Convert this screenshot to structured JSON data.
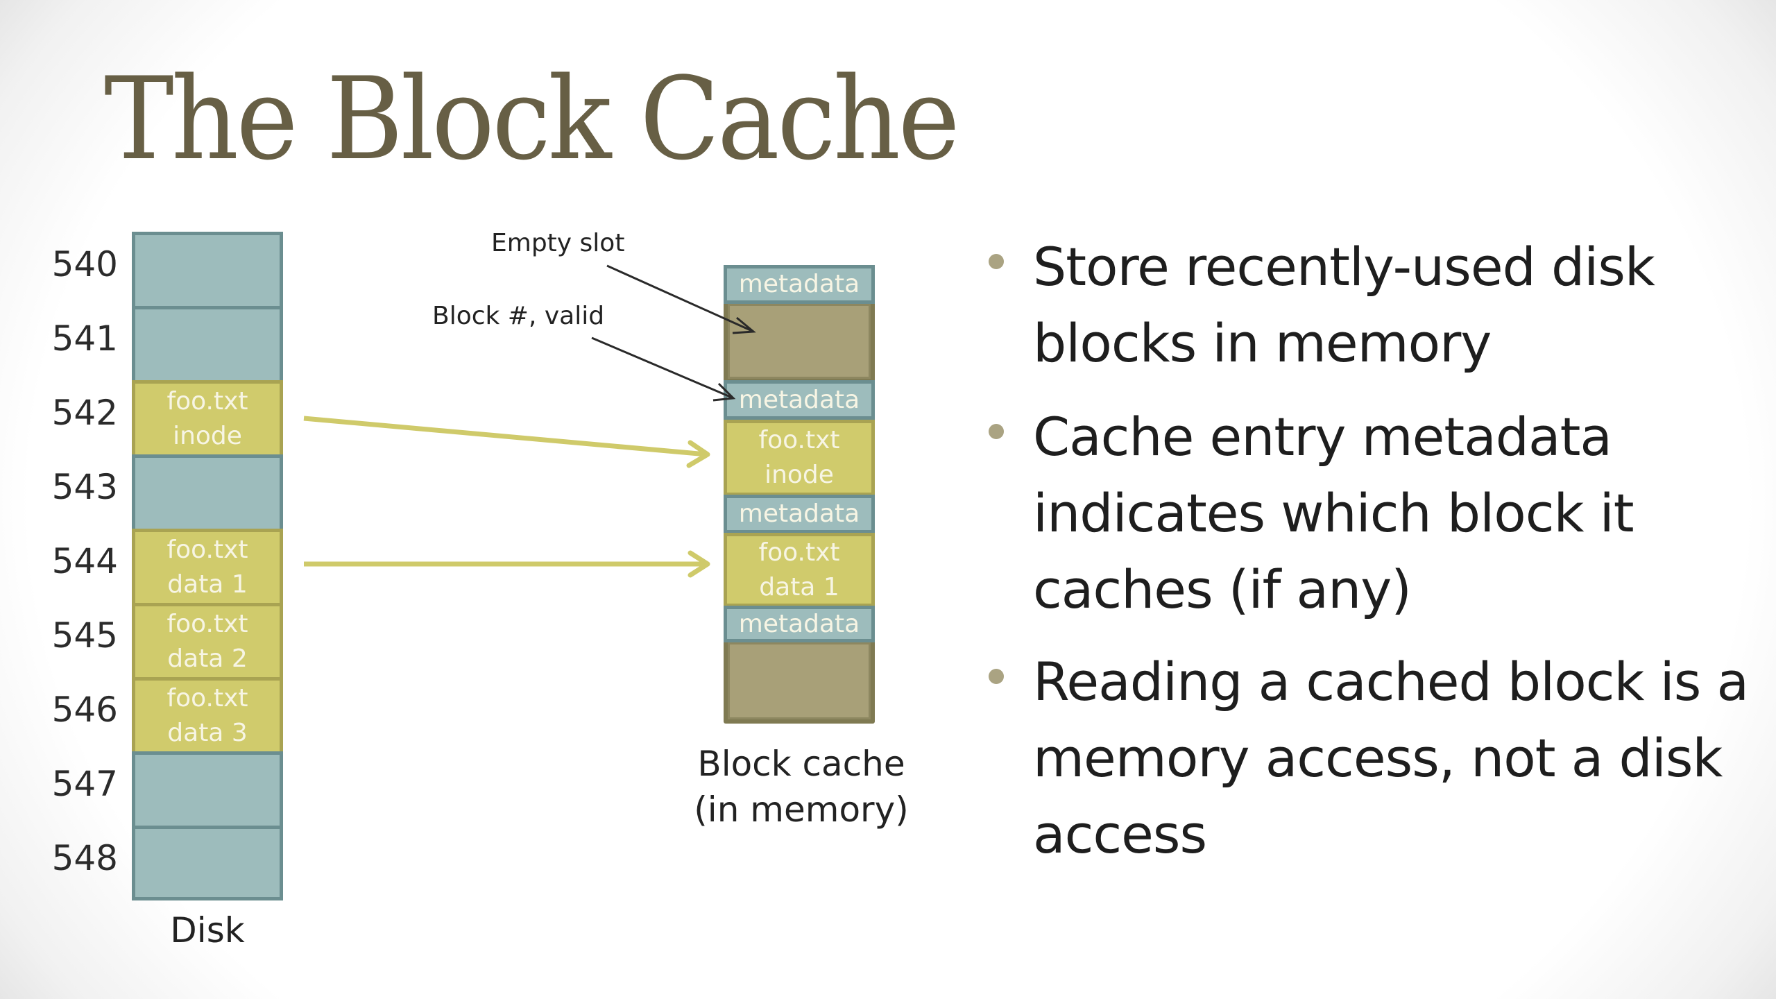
{
  "slide": {
    "title": "The Block Cache"
  },
  "colors": {
    "title": "#675f45",
    "empty_block": "#9dbcbc",
    "file_block": "#d0cb6c",
    "cache_empty_slot": "#a8a078",
    "mapping_arrow": "#cfca6a",
    "annotation_arrow": "#2a2a2a",
    "bullet_dot": "#aaa382"
  },
  "disk": {
    "label": "Disk",
    "blocks": [
      {
        "number": "540",
        "line1": "",
        "line2": "",
        "type": "empty"
      },
      {
        "number": "541",
        "line1": "",
        "line2": "",
        "type": "empty"
      },
      {
        "number": "542",
        "line1": "foo.txt",
        "line2": "inode",
        "type": "file"
      },
      {
        "number": "543",
        "line1": "",
        "line2": "",
        "type": "empty"
      },
      {
        "number": "544",
        "line1": "foo.txt",
        "line2": "data 1",
        "type": "file"
      },
      {
        "number": "545",
        "line1": "foo.txt",
        "line2": "data 2",
        "type": "file"
      },
      {
        "number": "546",
        "line1": "foo.txt",
        "line2": "data 3",
        "type": "file"
      },
      {
        "number": "547",
        "line1": "",
        "line2": "",
        "type": "empty"
      },
      {
        "number": "548",
        "line1": "",
        "line2": "",
        "type": "empty"
      }
    ]
  },
  "cache": {
    "label_line1": "Block cache",
    "label_line2": "(in memory)",
    "entries": [
      {
        "metadata": "metadata",
        "contents_line1": "",
        "contents_line2": "",
        "state": "empty"
      },
      {
        "metadata": "metadata",
        "contents_line1": "foo.txt",
        "contents_line2": "inode",
        "state": "filled"
      },
      {
        "metadata": "metadata",
        "contents_line1": "foo.txt",
        "contents_line2": "data 1",
        "state": "filled"
      },
      {
        "metadata": "metadata",
        "contents_line1": "",
        "contents_line2": "",
        "state": "empty"
      }
    ]
  },
  "annotations": [
    {
      "text": "Empty slot",
      "points_to": "cache entry 1 empty slot"
    },
    {
      "text": "Block #, valid",
      "points_to": "cache entry 2 metadata"
    }
  ],
  "mappings": [
    {
      "from_block": "542",
      "to_cache_entry": 2
    },
    {
      "from_block": "544",
      "to_cache_entry": 3
    }
  ],
  "bullets": [
    {
      "text": "Store recently-used disk blocks in memory"
    },
    {
      "text": "Cache entry metadata indicates which block it caches (if any)"
    },
    {
      "text": "Reading a cached block is a memory access, not a disk access"
    }
  ]
}
